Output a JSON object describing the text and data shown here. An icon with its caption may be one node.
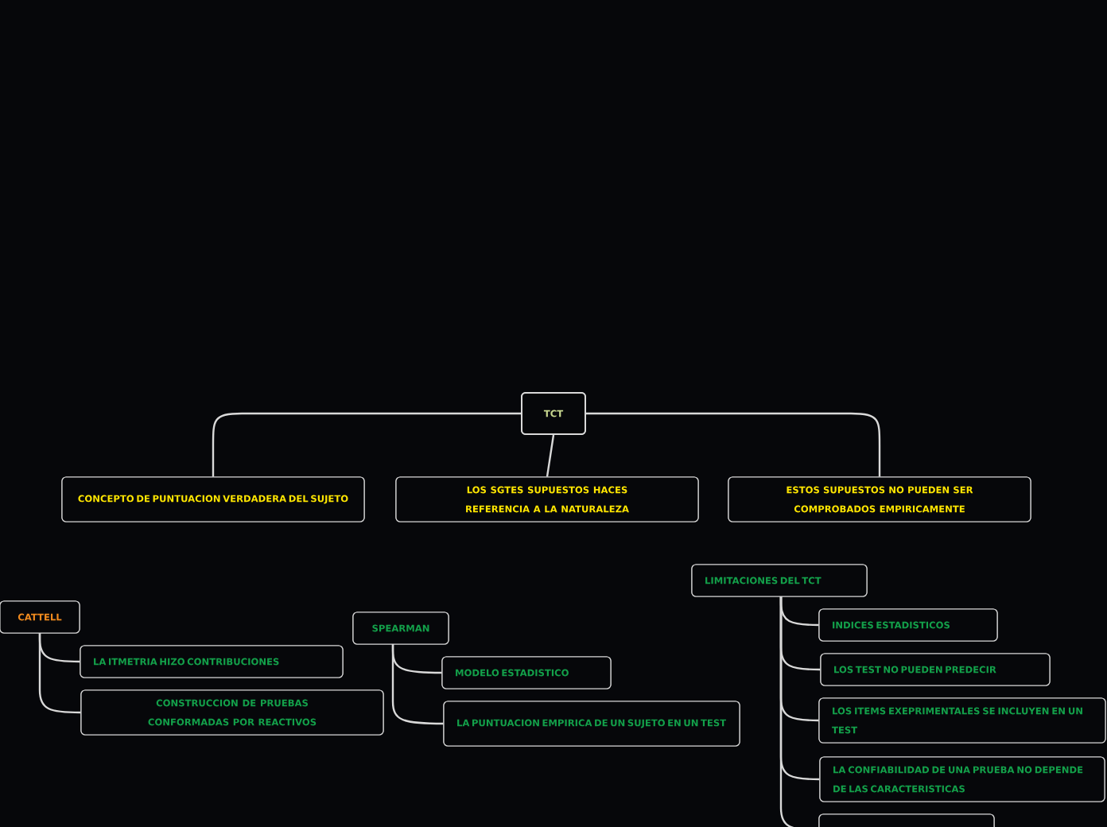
{
  "diagram": {
    "nodes": [
      {
        "text": [
          "TCT"
        ]
      },
      {
        "text": [
          "CONCEPTO DE PUNTUACION VERDADERA DEL SUJETO"
        ]
      },
      {
        "text": [
          "LOS SGTES SUPUESTOS HACES REFERENCIA A LA NATURALEZA"
        ]
      },
      {
        "text": [
          "ESTOS SUPUESTOS NO PUEDEN SER COMPROBADOS EMPIRICAMENTE"
        ]
      },
      {
        "text": [
          "CATTELL"
        ]
      },
      {
        "text": [
          "LA ITMETRIA HIZO CONTRIBUCIONES"
        ]
      },
      {
        "text": [
          "CONSTRUCCION DE PRUEBAS CONFORMADAS POR REACTIVOS"
        ]
      },
      {
        "text": [
          "SPEARMAN"
        ]
      },
      {
        "text": [
          "MODELO ESTADISTICO"
        ]
      },
      {
        "text": [
          "LA PUNTUACION EMPIRICA DE UN SUJETO EN UN TEST"
        ]
      },
      {
        "text": [
          "LIMITACIONES DEL TCT"
        ]
      },
      {
        "text": [
          "INDICES ESTADISTICOS"
        ]
      },
      {
        "text": [
          "LOS TEST NO PUEDEN PREDECIR"
        ]
      },
      {
        "text": [
          "LOS ITEMS EXEPRIMENTALES SE INCLUYEN EN UN TEST"
        ]
      },
      {
        "text": [
          "LA CONFIABILIDAD DE UNA PRUEBA NO DEPENDE DE LAS CARACTERISTICAS"
        ]
      },
      {
        "text": [],
        "shape": "box"
      }
    ],
    "edges": [
      {
        "from": 0,
        "to": 1,
        "arrow": "none"
      },
      {
        "from": 0,
        "to": 2,
        "arrow": "none"
      },
      {
        "from": 0,
        "to": 3,
        "arrow": "none"
      },
      {
        "from": 4,
        "to": 5,
        "arrow": "none"
      },
      {
        "from": 4,
        "to": 6,
        "arrow": "none"
      },
      {
        "from": 7,
        "to": 8,
        "arrow": "none"
      },
      {
        "from": 7,
        "to": 9,
        "arrow": "none"
      },
      {
        "from": 10,
        "to": 11,
        "arrow": "none"
      },
      {
        "from": 10,
        "to": 12,
        "arrow": "none"
      },
      {
        "from": 10,
        "to": 13,
        "arrow": "none"
      },
      {
        "from": 10,
        "to": 14,
        "arrow": "none"
      },
      {
        "from": 10,
        "to": 15,
        "arrow": "none"
      }
    ]
  }
}
